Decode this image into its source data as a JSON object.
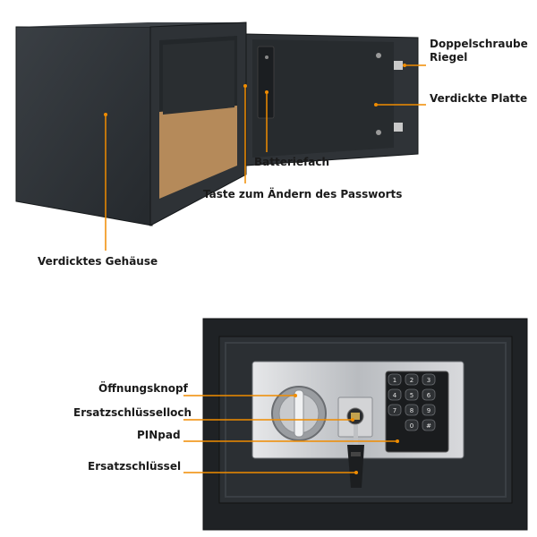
{
  "labels": {
    "doppelschraube": "Doppelschraube",
    "riegel": "Riegel",
    "verdickte_platte": "Verdickte Platte",
    "batteriefach": "Batteriefach",
    "taste": "Taste zum Ändern des Passworts",
    "gehaeuse": "Verdicktes Gehäuse",
    "oeffnungsknopf": "Öffnungsknopf",
    "ersatzschluesselloch": "Ersatzschlüsselloch",
    "pinpad": "PINpad",
    "ersatzschluessel": "Ersatzschlüssel"
  },
  "keypad": {
    "keys": [
      "1",
      "2",
      "3",
      "4",
      "5",
      "6",
      "7",
      "8",
      "9",
      "0",
      "#"
    ]
  },
  "colors": {
    "accent": "#f08c00",
    "safe_body": "#2b2f33",
    "safe_dark": "#1c1f22",
    "interior": "#b58a5a",
    "panel": "#c7c9cc"
  }
}
